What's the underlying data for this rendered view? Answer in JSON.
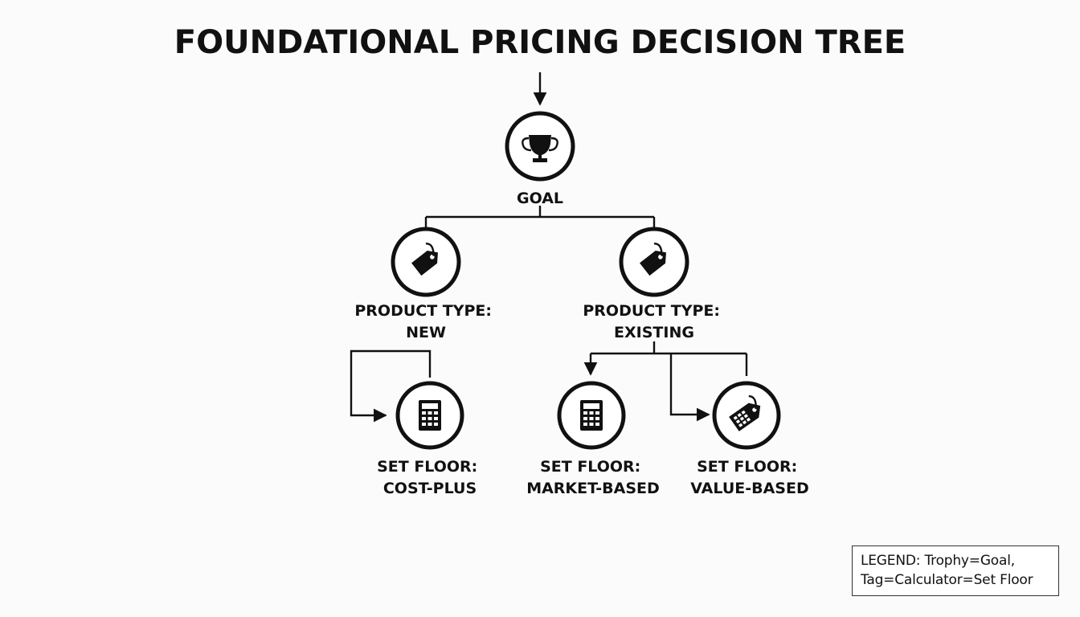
{
  "title": "FOUNDATIONAL PRICING DECISION TREE",
  "nodes": {
    "goal": {
      "icon": "trophy-icon",
      "label": [
        "GOAL"
      ]
    },
    "product_new": {
      "icon": "price-tag-icon",
      "label": [
        "PRODUCT TYPE:",
        "NEW"
      ]
    },
    "product_existing": {
      "icon": "price-tag-icon",
      "label": [
        "PRODUCT TYPE:",
        "EXISTING"
      ]
    },
    "floor_cost_plus": {
      "icon": "calculator-icon",
      "label": [
        "SET FLOOR:",
        "COST-PLUS"
      ]
    },
    "floor_market_based": {
      "icon": "calculator-icon",
      "label": [
        "SET FLOOR:",
        "MARKET-BASED"
      ]
    },
    "floor_value_based": {
      "icon": "calculator-tag-icon",
      "label": [
        "SET FLOOR:",
        "VALUE-BASED"
      ]
    }
  },
  "legend": {
    "line1": "LEGEND: Trophy=Goal,",
    "line2": "Tag=Calculator=Set Floor"
  }
}
